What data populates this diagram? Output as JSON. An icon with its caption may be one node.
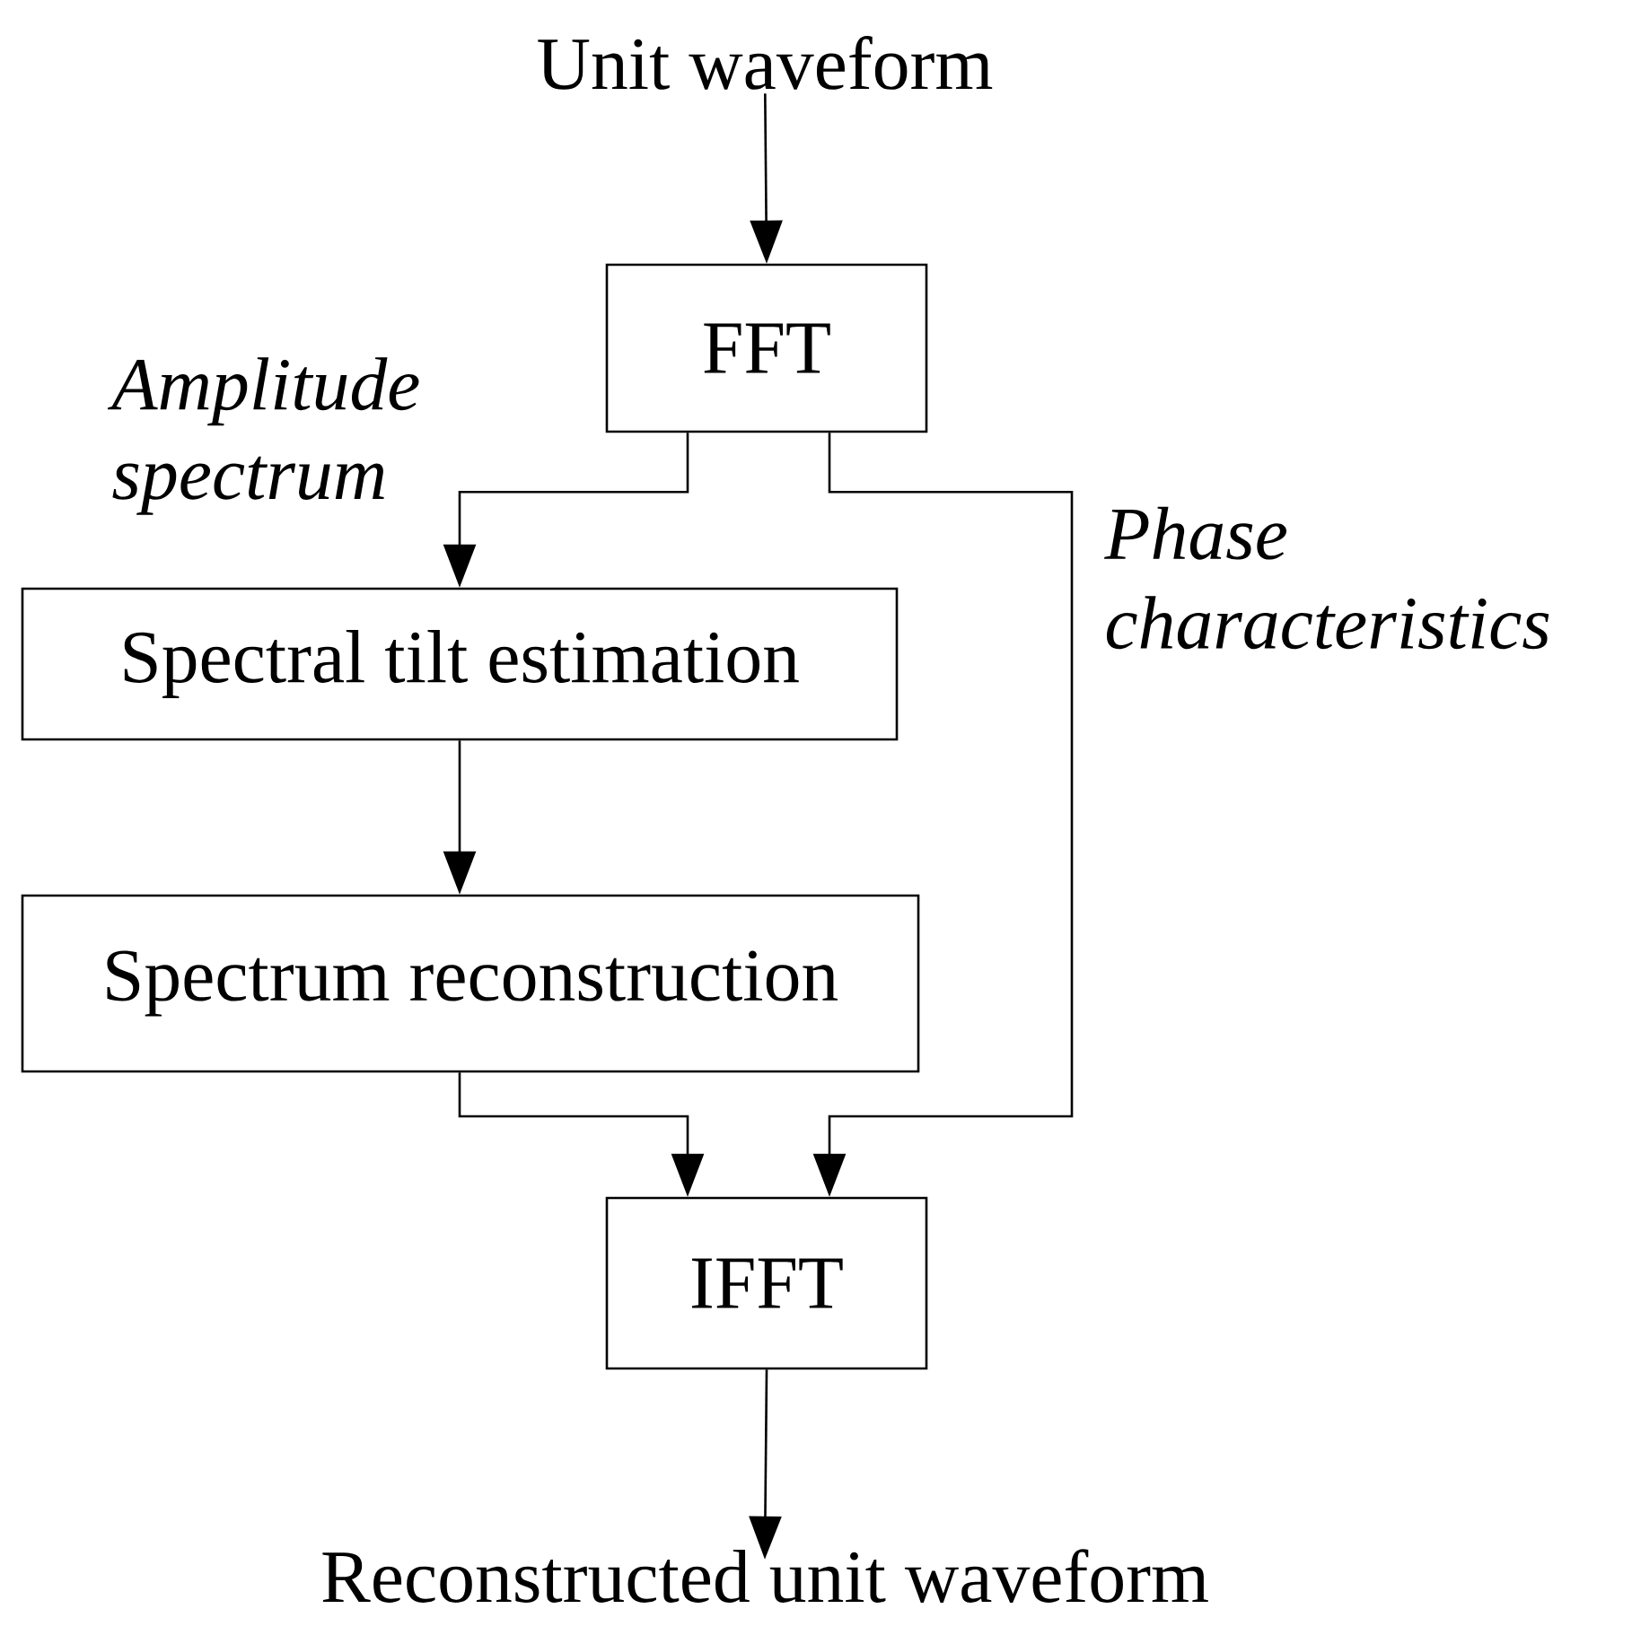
{
  "diagram": {
    "nodes": [
      {
        "text": [
          "Unit waveform"
        ]
      },
      {
        "text": [
          "FFT"
        ]
      },
      {
        "text": [
          "Spectral tilt estimation"
        ]
      },
      {
        "text": [
          "Spectrum reconstruction"
        ]
      },
      {
        "text": [
          "IFFT"
        ]
      },
      {
        "text": [
          "Reconstructed unit waveform"
        ]
      }
    ],
    "edges": [
      {
        "from": 0,
        "to": 1,
        "arrow": "to"
      },
      {
        "from": 1,
        "to": 2,
        "arrow": "to",
        "label": "Amplitude spectrum"
      },
      {
        "from": 1,
        "to": 4,
        "arrow": "to",
        "label": "Phase characteristics"
      },
      {
        "from": 2,
        "to": 3,
        "arrow": "to"
      },
      {
        "from": 3,
        "to": 4,
        "arrow": "to"
      },
      {
        "from": 4,
        "to": 5,
        "arrow": "to"
      }
    ]
  }
}
